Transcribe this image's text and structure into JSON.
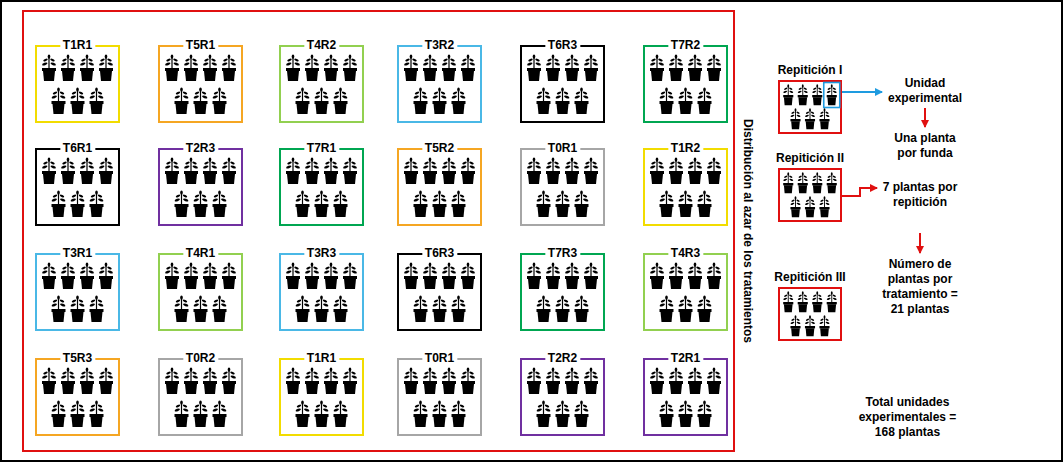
{
  "diagram": {
    "nodes": [
      {
        "text": [
          "Distribución al azar de los tratamientos"
        ]
      },
      {
        "text": [
          "T1R1"
        ],
        "in": 0
      },
      {
        "text": [
          "T5R1"
        ],
        "in": 0
      },
      {
        "text": [
          "T4R2"
        ],
        "in": 0
      },
      {
        "text": [
          "T3R2"
        ],
        "in": 0
      },
      {
        "text": [
          "T6R3"
        ],
        "in": 0
      },
      {
        "text": [
          "T7R2"
        ],
        "in": 0
      },
      {
        "text": [
          "T6R1"
        ],
        "in": 0
      },
      {
        "text": [
          "T2R3"
        ],
        "in": 0
      },
      {
        "text": [
          "T7R1"
        ],
        "in": 0
      },
      {
        "text": [
          "T5R2"
        ],
        "in": 0
      },
      {
        "text": [
          "T0R1"
        ],
        "in": 0
      },
      {
        "text": [
          "T1R2"
        ],
        "in": 0
      },
      {
        "text": [
          "T3R1"
        ],
        "in": 0
      },
      {
        "text": [
          "T4R1"
        ],
        "in": 0
      },
      {
        "text": [
          "T3R3"
        ],
        "in": 0
      },
      {
        "text": [
          "T6R3"
        ],
        "in": 0
      },
      {
        "text": [
          "T7R3"
        ],
        "in": 0
      },
      {
        "text": [
          "T4R3"
        ],
        "in": 0
      },
      {
        "text": [
          "T5R3"
        ],
        "in": 0
      },
      {
        "text": [
          "T0R2"
        ],
        "in": 0
      },
      {
        "text": [
          "T1R1"
        ],
        "in": 0
      },
      {
        "text": [
          "T0R1"
        ],
        "in": 0
      },
      {
        "text": [
          "T2R2"
        ],
        "in": 0
      },
      {
        "text": [
          "T2R1"
        ],
        "in": 0
      },
      {
        "text": [
          "Repitición I"
        ]
      },
      {
        "text": [
          "Repitición II"
        ]
      },
      {
        "text": [
          "Repitición III"
        ]
      }
    ],
    "labels": [
      "Unidad experimental",
      "Una planta por funda",
      "7 plantas por repitición",
      "Número de plantas por tratamiento = 21 plantas",
      "Total unidades experimentales = 168 plantas"
    ]
  }
}
